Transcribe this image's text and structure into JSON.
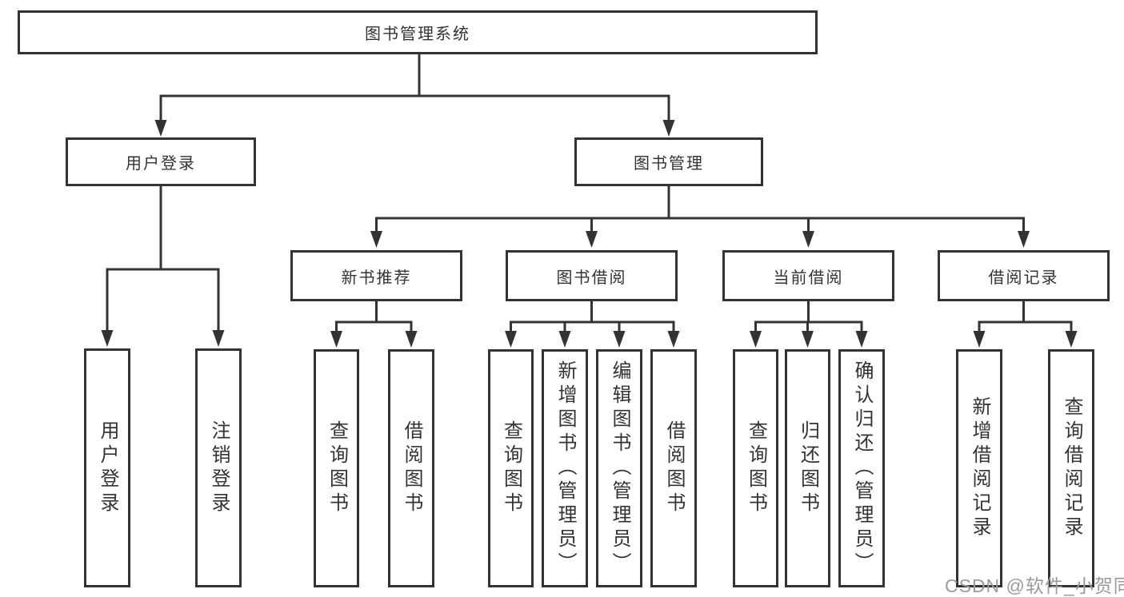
{
  "diagram": {
    "root": {
      "label": "图书管理系统"
    },
    "branches": [
      {
        "label": "用户登录",
        "children": [
          {
            "label": "用户登录"
          },
          {
            "label": "注销登录"
          }
        ]
      },
      {
        "label": "图书管理",
        "children": [
          {
            "label": "新书推荐",
            "children": [
              {
                "label": "查询图书"
              },
              {
                "label": "借阅图书"
              }
            ]
          },
          {
            "label": "图书借阅",
            "children": [
              {
                "label": "查询图书"
              },
              {
                "label": "新增图书（管理员）"
              },
              {
                "label": "编辑图书（管理员）"
              },
              {
                "label": "借阅图书"
              }
            ]
          },
          {
            "label": "当前借阅",
            "children": [
              {
                "label": "查询图书"
              },
              {
                "label": "归还图书"
              },
              {
                "label": "确认归还（管理员）"
              }
            ]
          },
          {
            "label": "借阅记录",
            "children": [
              {
                "label": "新增借阅记录"
              },
              {
                "label": "查询借阅记录"
              }
            ]
          }
        ]
      }
    ]
  },
  "watermark": {
    "text": "CSDN @软件_小贺同学"
  },
  "colors": {
    "line": "#333333",
    "box_border": "#333333",
    "box_fill": "#ffffff",
    "text": "#333333",
    "watermark": "#9b9b9b",
    "background": "#ffffff"
  }
}
